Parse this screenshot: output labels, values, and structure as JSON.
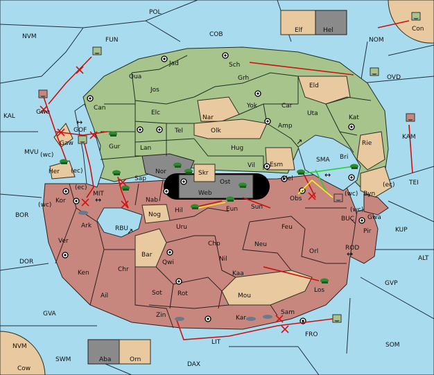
{
  "map": {
    "colors": {
      "sea": "#a9dbee",
      "green_power": "#a7c48d",
      "red_power": "#c7877e",
      "neutral": "#e9c9a0",
      "special": "#8a8a8a",
      "order_move": "#cc1010",
      "order_support": "#f4ef24",
      "order_convoy": "#26d226"
    },
    "sea_labels": [
      "POL",
      "NVM",
      "FUN",
      "COB",
      "NOM",
      "Con",
      "OVD",
      "KAL",
      "KAM",
      "MVU",
      "TEI",
      "BOR",
      "KUP",
      "DOR",
      "ALT",
      "GVP",
      "GVA",
      "FRO",
      "SOM",
      "NVM",
      "SWM",
      "DAX",
      "LIT",
      "Cow",
      "BUC",
      "ROD",
      "MIT",
      "RBU",
      "GOF",
      "SMA"
    ],
    "green_labels": [
      "Jad",
      "Sch",
      "Qua",
      "Grh",
      "Jos",
      "Eld",
      "Can",
      "Yok",
      "Car",
      "Elc",
      "Nar",
      "Uta",
      "Kat",
      "Amp",
      "Tel",
      "Olk",
      "Gur",
      "Rie",
      "Lan",
      "Hug",
      "Gaw",
      "Bri",
      "Her",
      "Vil",
      "Esm",
      "Sap",
      "Gwe",
      "Nor"
    ],
    "red_labels": [
      "Kor",
      "Nab",
      "Mel",
      "Obs",
      "Byn",
      "Ark",
      "Hil",
      "Eun",
      "Sun",
      "Uru",
      "Feu",
      "Ver",
      "Chp",
      "Neu",
      "Orl",
      "Bar",
      "Qwi",
      "Nil",
      "Gwa",
      "Pir",
      "Ken",
      "Chr",
      "Kaa",
      "Los",
      "Ail",
      "Sot",
      "Rot",
      "Mou",
      "Zin",
      "Kar",
      "Sam",
      "Nog"
    ],
    "center_labels": [
      "Skr",
      "Ost",
      "Web"
    ],
    "box_labels": [
      "Elf",
      "Hel",
      "Aba",
      "Orn"
    ],
    "coast_labels": [
      "(wc)",
      "(ec)",
      "(ec)",
      "(wc)",
      "(wc)",
      "(ec)",
      "(wc)"
    ]
  }
}
